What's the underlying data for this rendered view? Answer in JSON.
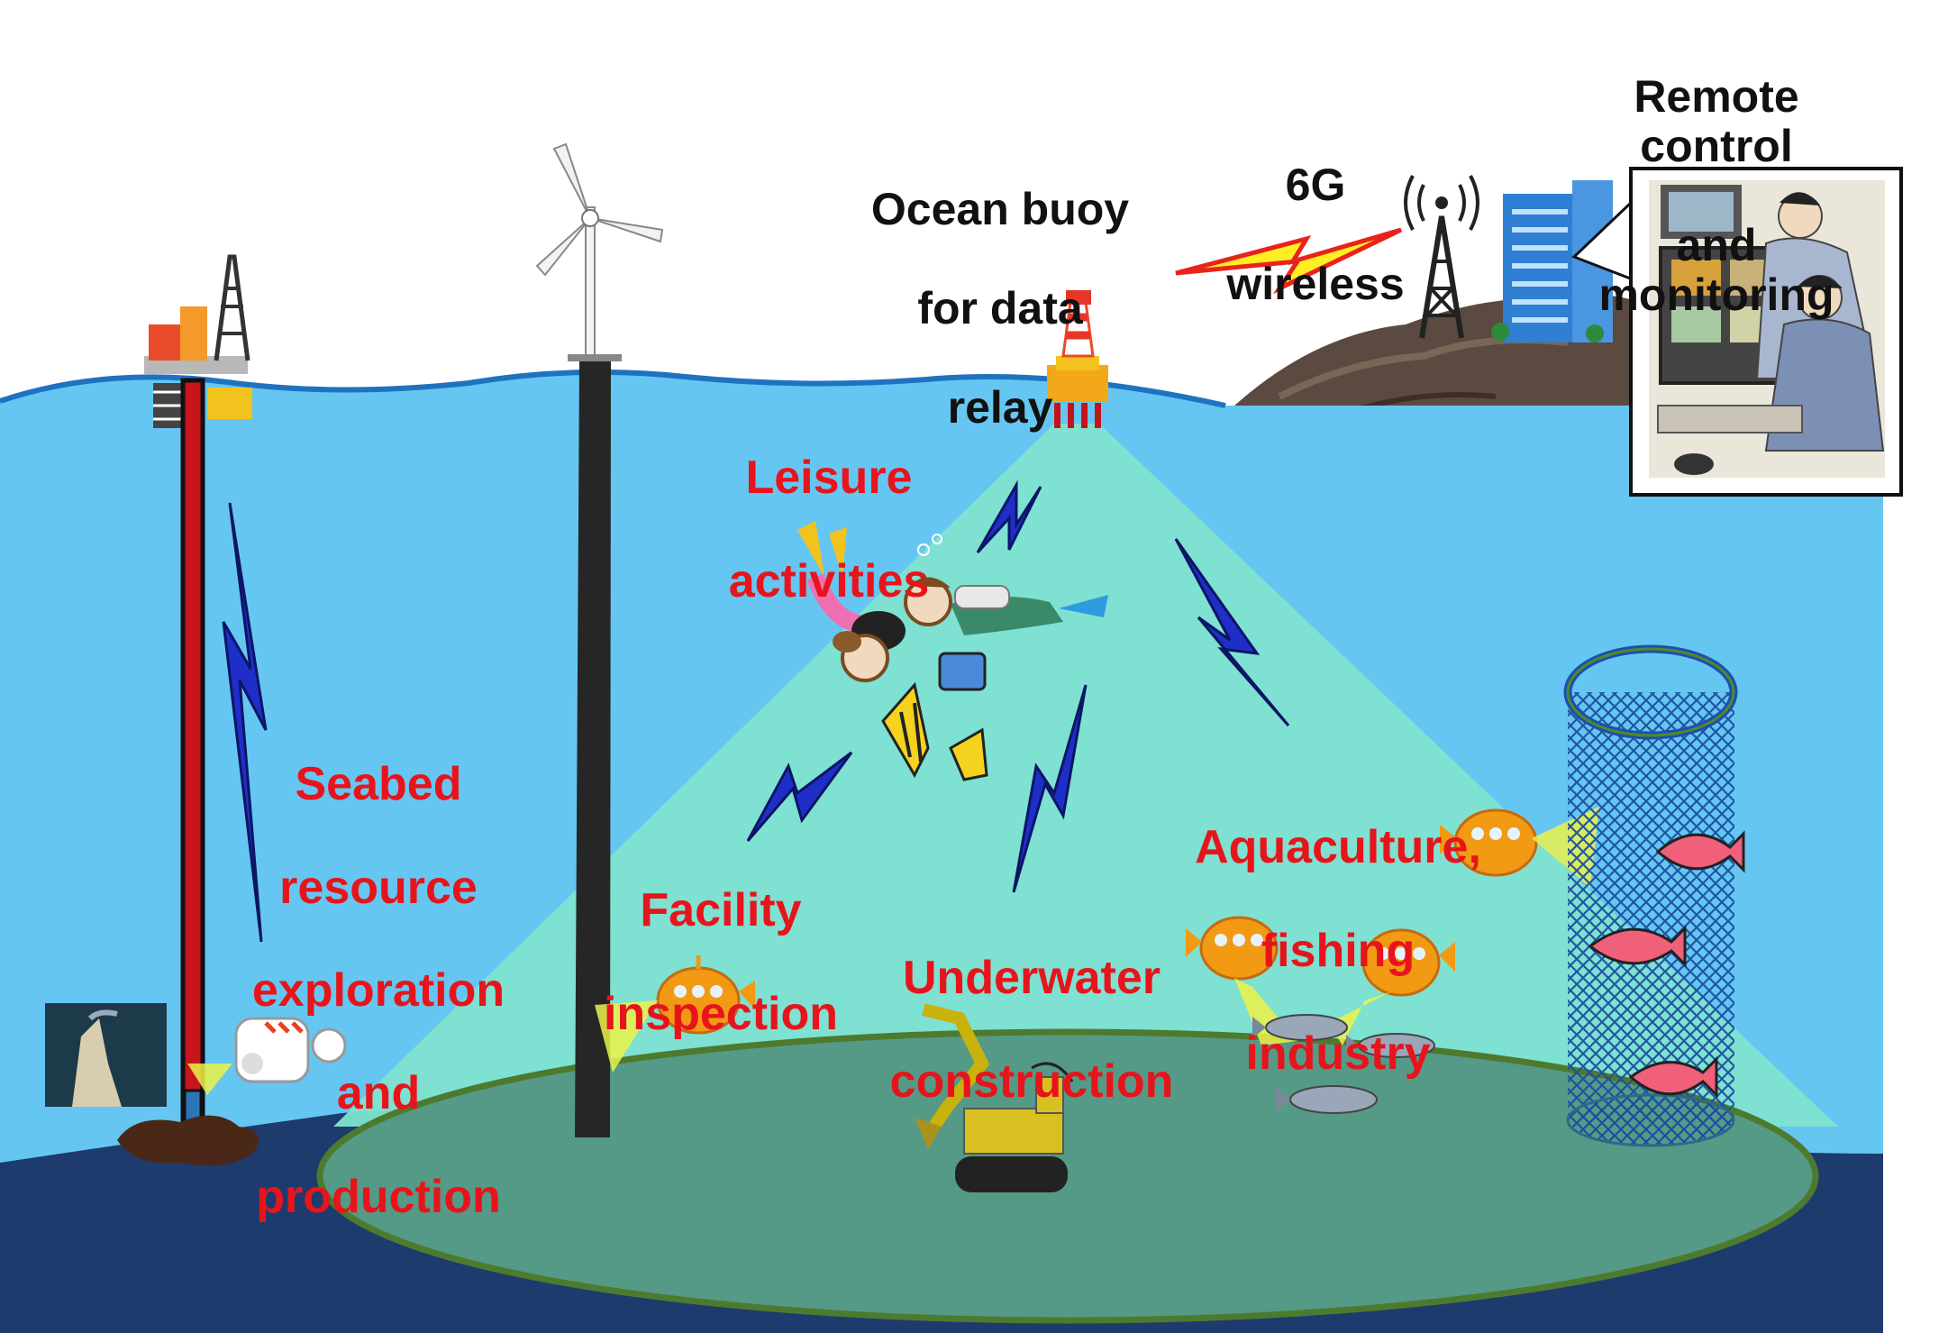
{
  "labels": {
    "remote_control": [
      "Remote control",
      "and monitoring"
    ],
    "wireless_6g": [
      "6G",
      "wireless"
    ],
    "ocean_buoy": [
      "Ocean buoy",
      "for data",
      "relay"
    ],
    "leisure": [
      "Leisure",
      "activities"
    ],
    "seabed": [
      "Seabed",
      "resource",
      "exploration",
      "and",
      "production"
    ],
    "facility": [
      "Facility",
      "inspection"
    ],
    "underwater": [
      "Underwater",
      "construction"
    ],
    "aquaculture": [
      "Aquaculture,",
      "fishing",
      "industry"
    ]
  },
  "colors": {
    "sea": "#66c6f2",
    "seabed": "#1e3b6e",
    "coverage": "#7fe3cf",
    "coverage_floor": "#559a86",
    "label_red": "#e8141c",
    "signal": "#1e2fc8"
  }
}
